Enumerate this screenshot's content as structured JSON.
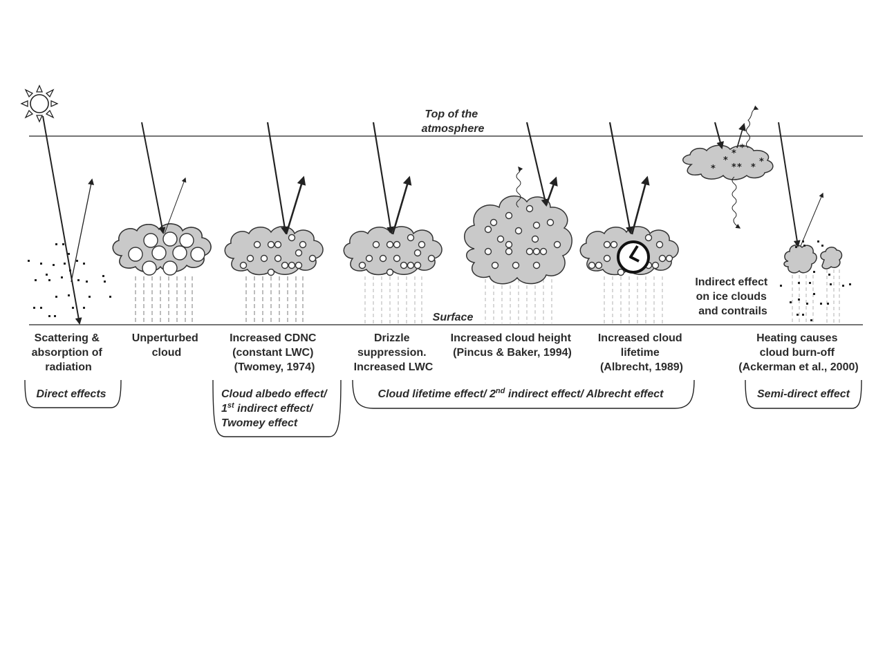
{
  "top_of_atmosphere": [
    "Top of the",
    "atmosphere"
  ],
  "surface_label": "Surface",
  "ice_label": [
    "Indirect effect",
    "on ice clouds",
    "and contrails"
  ],
  "panels": [
    {
      "lines": [
        "Scattering &",
        "absorption of",
        "radiation"
      ]
    },
    {
      "lines": [
        "Unperturbed",
        "cloud"
      ]
    },
    {
      "lines": [
        "Increased CDNC",
        "(constant LWC)",
        "(Twomey, 1974)"
      ]
    },
    {
      "lines": [
        "Drizzle",
        "suppression.",
        "Increased LWC"
      ]
    },
    {
      "lines": [
        "Increased cloud height",
        "(Pincus & Baker, 1994)"
      ]
    },
    {
      "lines": [
        "Increased cloud",
        "lifetime",
        "(Albrecht, 1989)"
      ]
    },
    {
      "lines": [
        "Heating causes",
        "cloud  burn-off",
        "(Ackerman et al., 2000)"
      ]
    }
  ],
  "effects": {
    "direct": "Direct effects",
    "albedo": {
      "line1": "Cloud albedo effect/",
      "line2_pre": "1",
      "line2_sup": "st",
      "line2_post": " indirect effect/",
      "line3": "Twomey effect"
    },
    "lifetime": {
      "pre": "Cloud lifetime effect/ 2",
      "sup": "nd",
      "post": " indirect effect/ Albrecht effect"
    },
    "semi": "Semi-direct effect"
  },
  "colors": {
    "cloud_fill": "#c9c9c9",
    "line": "#222222",
    "rain": "#bdbdbd"
  }
}
